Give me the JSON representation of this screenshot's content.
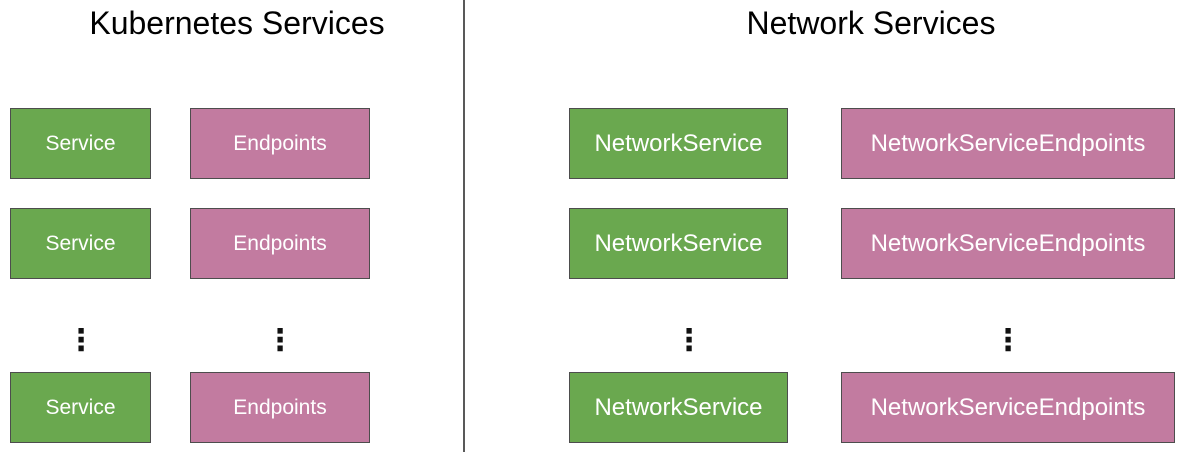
{
  "left_panel": {
    "title": "Kubernetes Services",
    "ellipsis": "⋮",
    "rows": [
      {
        "service": "Service",
        "endpoints": "Endpoints"
      },
      {
        "service": "Service",
        "endpoints": "Endpoints"
      },
      {
        "service": "Service",
        "endpoints": "Endpoints"
      }
    ]
  },
  "right_panel": {
    "title": "Network Services",
    "ellipsis": "⋮",
    "rows": [
      {
        "service": "NetworkService",
        "endpoints": "NetworkServiceEndpoints"
      },
      {
        "service": "NetworkService",
        "endpoints": "NetworkServiceEndpoints"
      },
      {
        "service": "NetworkService",
        "endpoints": "NetworkServiceEndpoints"
      }
    ]
  },
  "colors": {
    "service_box": "#6aa84f",
    "endpoints_box": "#c27ba0",
    "box_border": "#4d4d4d",
    "box_text": "#ffffff",
    "title_text": "#000000",
    "divider": "#595959"
  }
}
